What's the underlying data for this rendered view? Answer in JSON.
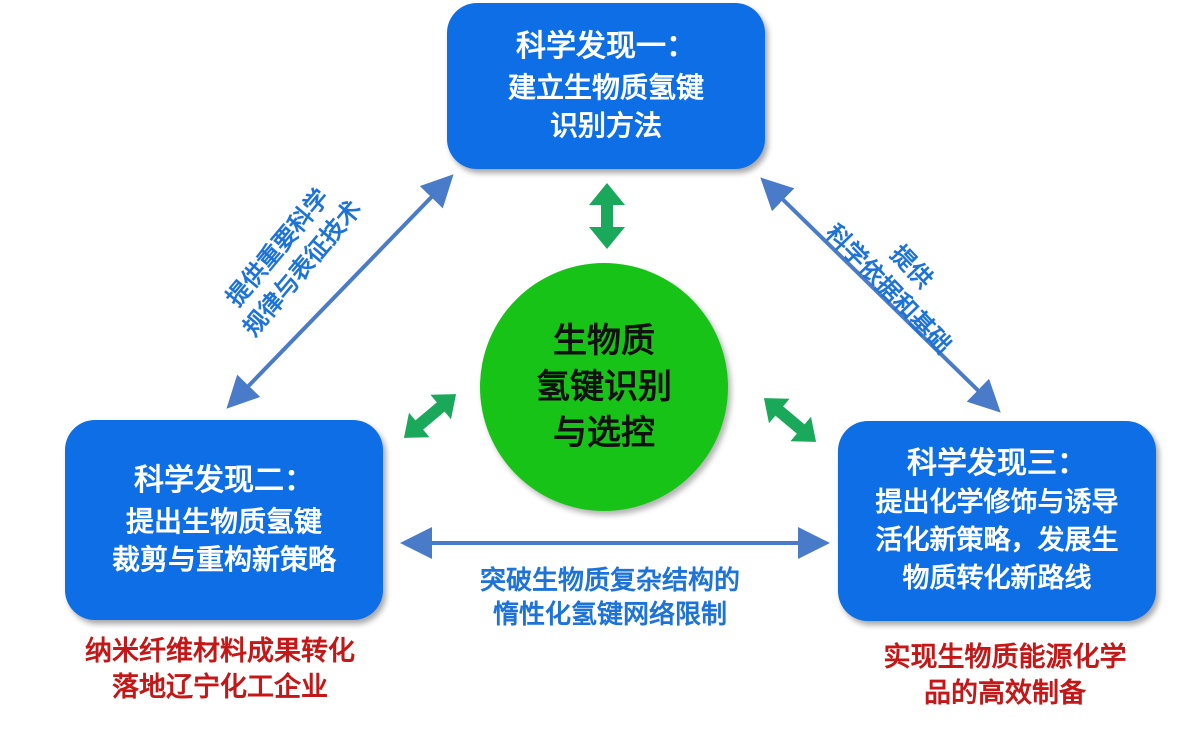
{
  "discovery1": {
    "title": "科学发现一：",
    "lines": [
      "建立生物质氢键",
      "识别方法"
    ]
  },
  "discovery2": {
    "title": "科学发现二：",
    "lines": [
      "提出生物质氢键",
      "裁剪与重构新策略"
    ]
  },
  "discovery3": {
    "title": "科学发现三：",
    "lines": [
      "提出化学修饰与诱导",
      "活化新策略，发展生",
      "物质转化新路线"
    ]
  },
  "center": {
    "lines": [
      "生物质",
      "氢键识别",
      "与选控"
    ]
  },
  "edge_left": {
    "lines": [
      "提供重要科学",
      "规律与表征技术"
    ]
  },
  "edge_right": {
    "lines": [
      "提供",
      "科学依据和基础"
    ]
  },
  "edge_bottom": {
    "lines": [
      "突破生物质复杂结构的",
      "惰性化氢键网络限制"
    ]
  },
  "outcome_left": {
    "lines": [
      "纳米纤维材料成果转化",
      "落地辽宁化工企业"
    ]
  },
  "outcome_right": {
    "lines": [
      "实现生物质能源化学",
      "品的高效制备"
    ]
  },
  "colors": {
    "box_blue": "#0d6ee6",
    "center_green": "#18c318",
    "arrow_blue": "#4a7bc8",
    "arrow_green": "#1aa85a",
    "label_blue": "#1e73d8",
    "outcome_red": "#c41818"
  }
}
